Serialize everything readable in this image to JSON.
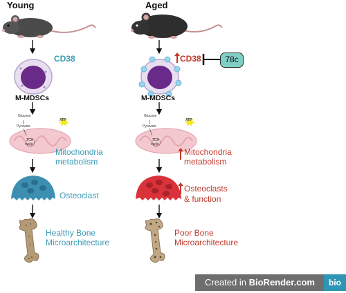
{
  "columns": {
    "young": {
      "title": "Young",
      "marker": "CD38",
      "cell_name": "M-MDSCs",
      "mito_label": [
        "Mitochondria",
        "metabolism"
      ],
      "osteo_label": "Osteoclast",
      "bone_label": [
        "Healthy Bone",
        "Microarchitecture"
      ]
    },
    "aged": {
      "title": "Aged",
      "marker": "CD38",
      "inhibitor": "78c",
      "cell_name": "M-MDSCs",
      "mito_label": [
        "Mitochondria",
        "metabolism"
      ],
      "osteo_label": [
        "Osteoclasts",
        "& function"
      ],
      "bone_label": [
        "Poor Bone",
        "Microarchitecture"
      ]
    }
  },
  "mito_annotations": {
    "glucose": "Glucose",
    "pyruvate": "Pyruvate",
    "tca": "TCA",
    "cycle": "cycle",
    "atp": "ATP"
  },
  "footer": {
    "created_in": "Created in",
    "brand": "BioRender.com",
    "logo": "bio"
  },
  "colors": {
    "teal": "#3a9bb5",
    "red": "#c0392b",
    "mouse_young": "#4a4a4a",
    "mouse_aged": "#2e2e2e",
    "cell_purple": "#6a2a8a",
    "mito_pink": "#f3c9cf",
    "osteoclast_blue": "#3d8fb2",
    "osteoclast_red": "#d9323a",
    "bone_tan": "#b59a76",
    "badge_teal": "#7fcfc6"
  }
}
